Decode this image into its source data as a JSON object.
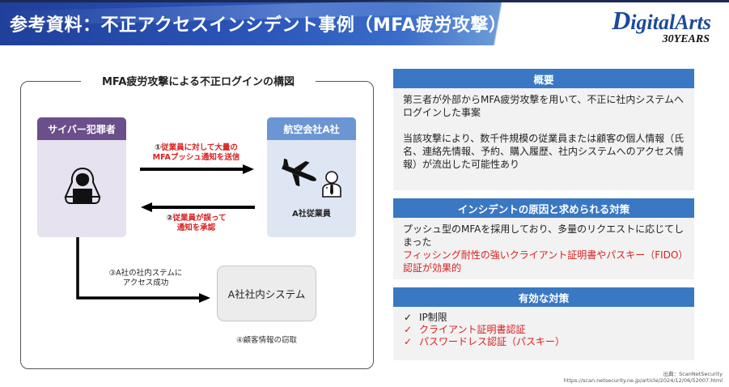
{
  "header": {
    "title": "参考資料：不正アクセスインシデント事例（MFA疲労攻撃）",
    "logo_main": "igitalArts",
    "logo_initial": "D",
    "logo_sub": "30YEARS"
  },
  "diagram": {
    "title": "MFA疲労攻撃による不正ログインの構図",
    "attacker_label": "サイバー犯罪者",
    "airline_label": "航空会社A社",
    "employee_label": "A社従業員",
    "step1_prefix": "①",
    "step1_text_line1": "従業員に対して大量の",
    "step1_text_line2": "MFAプッシュ通知を送信",
    "step2_prefix": "②",
    "step2_text_line1": "従業員が誤って",
    "step2_text_line2": "通知を承認",
    "step3_line1": "③A社の社内ステムに",
    "step3_line2": "アクセス成功",
    "system_label": "A社社内システム",
    "step4": "④顧客情報の窃取",
    "icons": {
      "attacker": "hooded-hacker-icon",
      "airline": "airplane-icon",
      "employee": "employee-icon"
    }
  },
  "panels": {
    "overview": {
      "title": "概要",
      "paragraphs": [
        "第三者が外部からMFA疲労攻撃を用いて、不正に社内システムへログインした事案",
        "当該攻撃により、数千件規模の従業員または顧客の個人情報（氏名、連絡先情報、予約、購入履歴、社内システムへのアクセス情報）が流出した可能性あり"
      ]
    },
    "cause": {
      "title": "インシデントの原因と求められる対策",
      "text": "プッシュ型のMFAを採用しており、多量のリクエストに応じてしまった",
      "highlight": "フィッシング耐性の強いクライアント証明書やパスキー（FIDO）認証が効果的"
    },
    "measures": {
      "title": "有効な対策",
      "items": [
        {
          "check": "✓",
          "label": "IP制限",
          "highlight": false
        },
        {
          "check": "✓",
          "label": "クライアント証明書認証",
          "highlight": true
        },
        {
          "check": "✓",
          "label": "パスワードレス認証（パスキー）",
          "highlight": true
        }
      ]
    }
  },
  "citation": {
    "source": "出典：ScanNetSecurity",
    "url": "https://scan.netsecurity.ne.jp/article/2024/12/06/52007.html"
  },
  "colors": {
    "header_blue": "#2b55b8",
    "panel_head_blue": "#3a78c3",
    "attacker_purple": "#6a4f8a",
    "airline_blue": "#6b95d3",
    "highlight_red": "#d81f1f"
  }
}
